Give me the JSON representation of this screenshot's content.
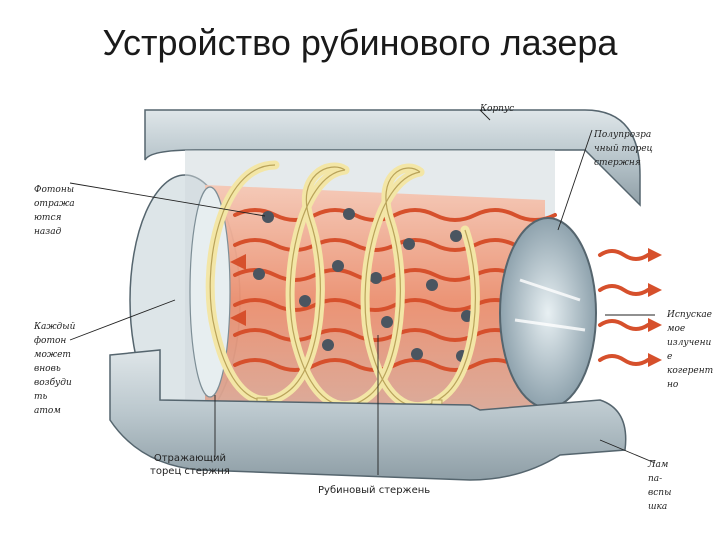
{
  "title": "Устройство рубинового лазера",
  "labels": {
    "korpus": "Корпус",
    "semi_end": "Полупрозра\nчный торец\nстержня",
    "photons_back": "Фотоны\nотража\nются\nназад",
    "each_photon": "Каждый\nфотон\nможет\nвновь\nвозбуди\nть\nатом",
    "emission": "Испускае\nмое\nизлучени\nе\nкогерент\nно",
    "mirror_end": "Отражающий\nторец стержня",
    "ruby_rod": "Рубиновый стержень",
    "lamp": "Лам\nпа-\nвспы\nшка"
  },
  "colors": {
    "housing": "#b9c6cc",
    "housing_dark": "#6e7f88",
    "rod": "#e98a6c",
    "wave": "#d6502c",
    "coil": "#f3e6a6",
    "atom": "#4a5560"
  }
}
